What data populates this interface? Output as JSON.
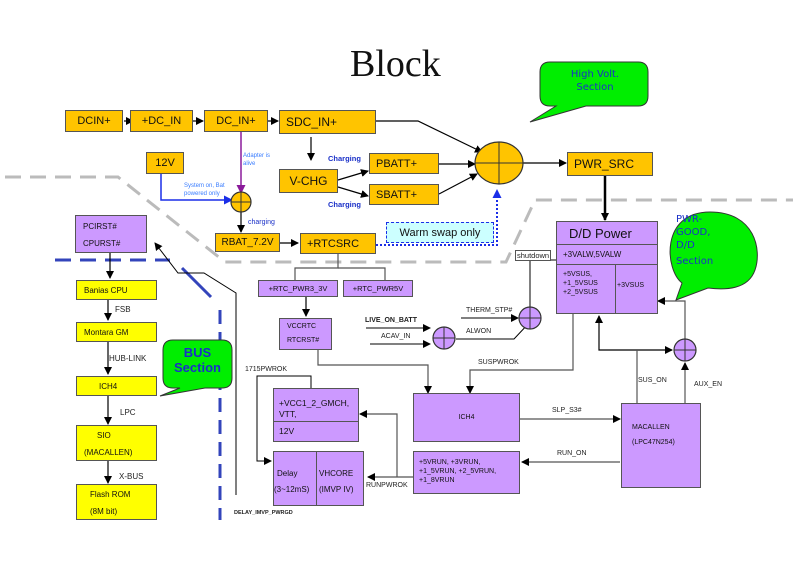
{
  "title": "Block",
  "callouts": {
    "high_volt": [
      "High Volt.",
      "Section"
    ],
    "pwr_good": [
      "PWR-",
      "GOOD,",
      "D/D",
      "Section"
    ],
    "bus": [
      "BUS",
      "Section"
    ]
  },
  "colors": {
    "power_block": "#FFC400",
    "bus_block": "#FFFF00",
    "logic_block": "#CC99FF",
    "callout": "#00EE00",
    "section_divider": "#BBBBBB",
    "bus_divider": "#3344BB",
    "warm_swap_bg": "#CCFFFF"
  },
  "power_chain": {
    "dcin_plus": "DCIN+",
    "plus_dc_in": "+DC_IN",
    "dc_in_plus": "DC_IN+",
    "sdc_in_plus": "SDC_IN+",
    "v12": "12V",
    "v_chg": "V-CHG",
    "pbatt": "PBATT+",
    "sbatt": "SBATT+",
    "pwr_src": "PWR_SRC",
    "rbat": "RBAT_7.2V",
    "rtcsrc": "+RTCSRC",
    "warm_swap": "Warm swap only"
  },
  "annotations": {
    "adapter_alive": [
      "Adapter is",
      "alive"
    ],
    "system_on": [
      "System on, Bat",
      "powered only"
    ],
    "charging_lower": "charging",
    "charging_p": "Charging",
    "charging_s": "Charging"
  },
  "dd_power": {
    "title": "D/D Power",
    "alw": "+3VALW,5VALW",
    "sus_left": [
      "+5VSUS,",
      "+1_5VSUS",
      "+2_5VSUS"
    ],
    "sus_right": "+3VSUS",
    "shutdown": "shutdown"
  },
  "rtc": {
    "pwr3": "+RTC_PWR3_3V",
    "pwr5": "+RTC_PWR5V",
    "vccrtc": "VCCRTC",
    "rtcrst": "RTCRST#"
  },
  "signals": {
    "live_on_batt": "LIVE_ON_BATT",
    "acav_in": "ACAV_IN",
    "therm_stp": "THERM_STP#",
    "alwon": "ALWON",
    "suspwrok": "SUSPWROK",
    "sus_on": "SUS_ON",
    "aux_en": "AUX_EN",
    "slp_s3": "SLP_S3#",
    "run_on": "RUN_ON",
    "runpwrok": "RUNPWROK",
    "pwrok_1715": "1715PWROK",
    "delay_imvp": "DELAY_IMVP_PWRGD"
  },
  "logic": {
    "reset_pci": "PCIRST#",
    "reset_cpu": "CPURST#",
    "ich4": "ICH4",
    "macallen": [
      "MACALLEN",
      "(LPC47N254)"
    ],
    "run_rails": [
      "+5VRUN, +3VRUN,",
      "+1_5VRUN, +2_5VRUN,",
      "+1_8VRUN"
    ],
    "gmch": [
      "+VCC1_2_GMCH,",
      "VTT,"
    ],
    "gmch_12v": "12V",
    "delay": [
      "Delay",
      "(3~12mS)"
    ],
    "vhcore": [
      "VHCORE",
      "(IMVP IV)"
    ]
  },
  "bus_chain": {
    "cpu": "Banias CPU",
    "fsb": "FSB",
    "gm": "Montara GM",
    "hub": "HUB-LINK",
    "ich4": "ICH4",
    "lpc": "LPC",
    "sio": [
      "SIO",
      "(MACALLEN)"
    ],
    "xbus": "X-BUS",
    "flash": [
      "Flash ROM",
      "(8M bit)"
    ]
  }
}
